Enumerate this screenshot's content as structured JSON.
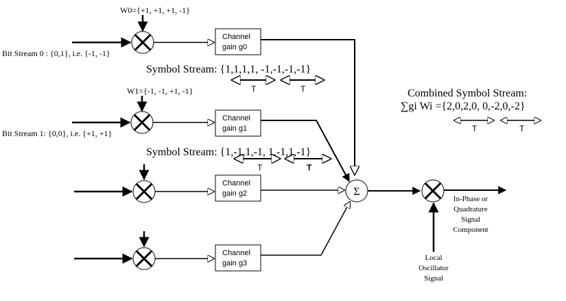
{
  "diagram": {
    "title": "CDMA spreading with channel gains and carrier modulation",
    "branches": [
      {
        "id": 0,
        "code_label": "W0={+1, +1, +1, -1}",
        "bit_stream_label": "Bit Stream 0 : {0,1}, i.e. {-1, -1}",
        "gain_line1": "Channel",
        "gain_line2": "gain g0",
        "symbol_stream": "Symbol Stream: {1,1,1,1, -1,-1,-1,-1}",
        "period_labels": [
          "T",
          "T"
        ]
      },
      {
        "id": 1,
        "code_label": "W1={-1, -1, +1, -1}",
        "bit_stream_label": "Bit Stream 1: {0,0}, i.e. {+1, +1}",
        "gain_line1": "Channel",
        "gain_line2": "gain g1",
        "symbol_stream": "Symbol Stream: {1,-1,1,-1, 1,-1,1,-1}",
        "period_labels": [
          "T",
          "T"
        ]
      },
      {
        "id": 2,
        "code_label": "",
        "bit_stream_label": "",
        "gain_line1": "Channel",
        "gain_line2": "gain g2"
      },
      {
        "id": 3,
        "code_label": "",
        "bit_stream_label": "",
        "gain_line1": "Channel",
        "gain_line2": "gain g3"
      }
    ],
    "summer_symbol": "Σ",
    "combined": {
      "title": "Combined Symbol Stream:",
      "formula": "∑gi Wi ={2,0,2,0,  0,-2,0,-2}",
      "period_labels": [
        "T",
        "T"
      ]
    },
    "output_label": [
      "In-Phase or",
      "Quadrature",
      "Signal",
      "Component"
    ],
    "oscillator_label": [
      "Local",
      "Oscillator",
      "Signal"
    ]
  }
}
